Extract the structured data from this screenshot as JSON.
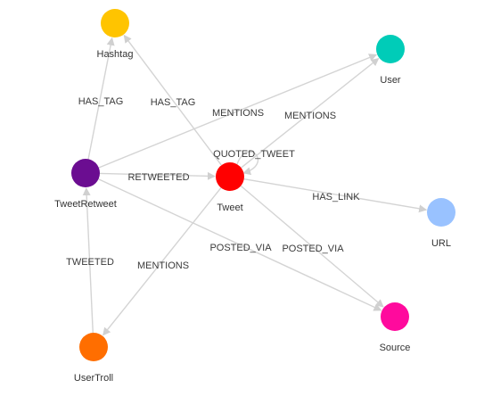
{
  "nodes": [
    {
      "id": "hashtag",
      "label": "Hashtag",
      "color": "#FFC400"
    },
    {
      "id": "user",
      "label": "User",
      "color": "#00CCB8"
    },
    {
      "id": "tweetretweet",
      "label": "TweetRetweet",
      "color": "#6B0D91"
    },
    {
      "id": "tweet",
      "label": "Tweet",
      "color": "#FF0000"
    },
    {
      "id": "url",
      "label": "URL",
      "color": "#99C2FF"
    },
    {
      "id": "source",
      "label": "Source",
      "color": "#FF0A9D"
    },
    {
      "id": "usertroll",
      "label": "UserTroll",
      "color": "#FF6E00"
    }
  ],
  "edges": [
    {
      "id": "tr-hashtag",
      "source": "tweetretweet",
      "target": "hashtag",
      "label": "HAS_TAG"
    },
    {
      "id": "tweet-hashtag",
      "source": "tweet",
      "target": "hashtag",
      "label": "HAS_TAG"
    },
    {
      "id": "tr-user",
      "source": "tweetretweet",
      "target": "user",
      "label": "MENTIONS"
    },
    {
      "id": "tweet-user",
      "source": "tweet",
      "target": "user",
      "label": "MENTIONS"
    },
    {
      "id": "tweet-self",
      "source": "tweet",
      "target": "tweet",
      "label": "QUOTED_TWEET"
    },
    {
      "id": "tr-tweet",
      "source": "tweetretweet",
      "target": "tweet",
      "label": "RETWEETED"
    },
    {
      "id": "tweet-url",
      "source": "tweet",
      "target": "url",
      "label": "HAS_LINK"
    },
    {
      "id": "tr-source",
      "source": "tweetretweet",
      "target": "source",
      "label": "POSTED_VIA"
    },
    {
      "id": "tweet-source",
      "source": "tweet",
      "target": "source",
      "label": "POSTED_VIA"
    },
    {
      "id": "usertroll-tr",
      "source": "usertroll",
      "target": "tweetretweet",
      "label": "TWEETED"
    },
    {
      "id": "tweet-usertroll",
      "source": "tweet",
      "target": "usertroll",
      "label": "MENTIONS"
    }
  ]
}
